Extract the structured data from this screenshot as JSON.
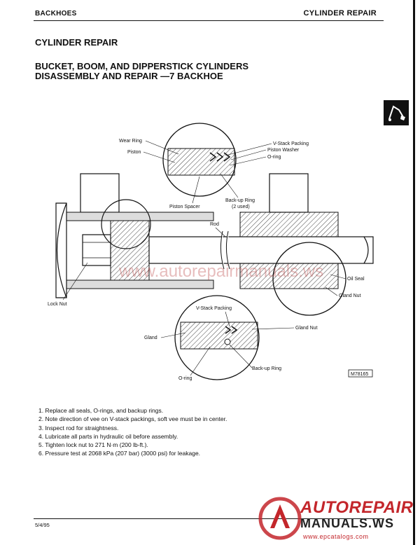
{
  "header": {
    "left": "BACKHOES",
    "right": "CYLINDER REPAIR"
  },
  "section_title": "CYLINDER REPAIR",
  "main_title": {
    "line1": "BUCKET, BOOM, AND DIPPERSTICK CYLINDERS",
    "line2": "DISASSEMBLY AND REPAIR —7 BACKHOE"
  },
  "diagram": {
    "labels": {
      "wear_ring": "Wear Ring",
      "piston": "Piston",
      "v_stack_packing_top": "V-Stack Packing",
      "piston_washer": "Piston Washer",
      "o_ring_top": "O-ring",
      "back_up_ring_top": "Back-up Ring",
      "two_used": "(2 used)",
      "piston_spacer": "Piston Spacer",
      "rod": "Rod",
      "oil_seal": "Oil Seal",
      "gland_nut_right": "Gland Nut",
      "lock_nut": "Lock Nut",
      "v_stack_packing_bottom": "V-Stack Packing",
      "gland_nut_bottom": "Gland Nut",
      "gland": "Gland",
      "back_up_ring_bottom": "Back-up Ring",
      "o_ring_bottom": "O-ring",
      "figure_id": "M78165"
    },
    "watermark": "www.autorepairmanuals.ws"
  },
  "steps": [
    "1. Replace all seals, O-rings, and backup rings.",
    "2. Note direction of vee on V-stack packings, soft vee must be in center.",
    "3. Inspect rod for straightness.",
    "4. Lubricate all parts in hydraulic oil before assembly.",
    "5. Tighten lock nut to 271 N·m (200 lb-ft.).",
    "6. Pressure test at 2068 kPa (207 bar) (3000 psi) for leakage."
  ],
  "footer": {
    "date": "5/4/95"
  },
  "logo": {
    "line1": "AUTOREPAIR",
    "line2": "MANUALS.WS",
    "url": "www.epcatalogs.com"
  },
  "colors": {
    "logo_red": "#c3262b",
    "ink": "#111111"
  }
}
